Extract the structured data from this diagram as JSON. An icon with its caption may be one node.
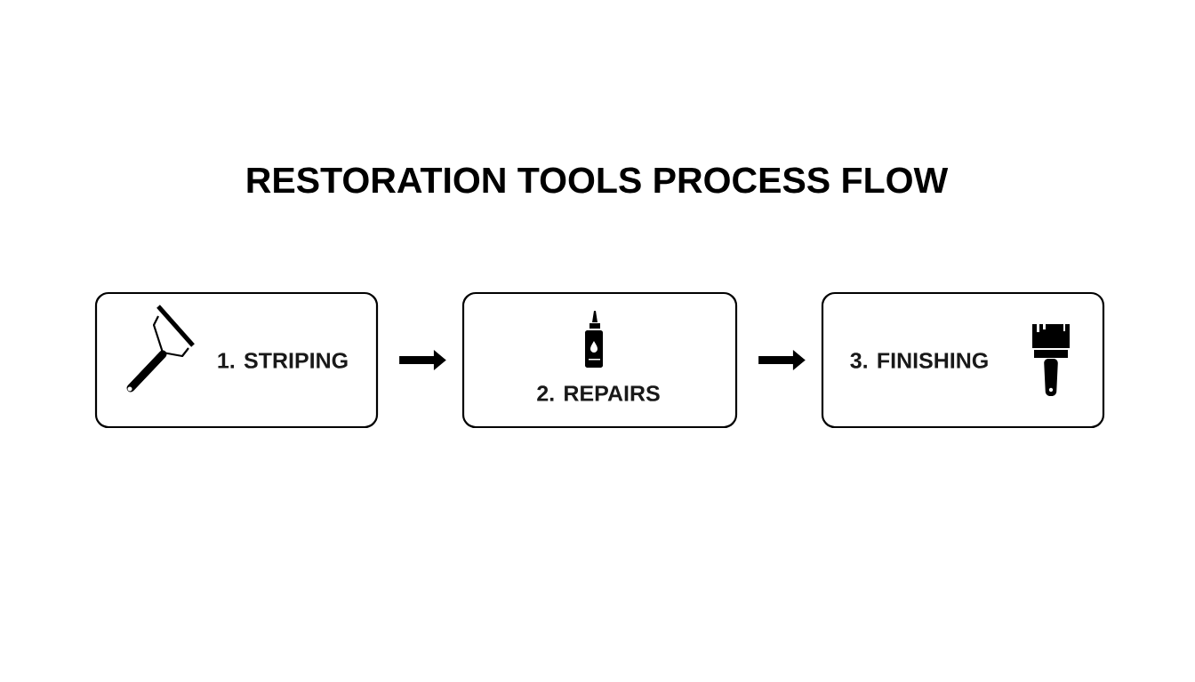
{
  "diagram": {
    "title": "RESTORATION TOOLS PROCESS FLOW",
    "nodes": [
      {
        "text": [
          "1. STRIPING"
        ]
      },
      {
        "text": [
          "2. REPAIRS"
        ]
      },
      {
        "text": [
          "3. FINISHING"
        ]
      }
    ],
    "edges": [
      {
        "from": 0,
        "to": 1,
        "arrow": "to"
      },
      {
        "from": 1,
        "to": 2,
        "arrow": "to"
      }
    ]
  }
}
